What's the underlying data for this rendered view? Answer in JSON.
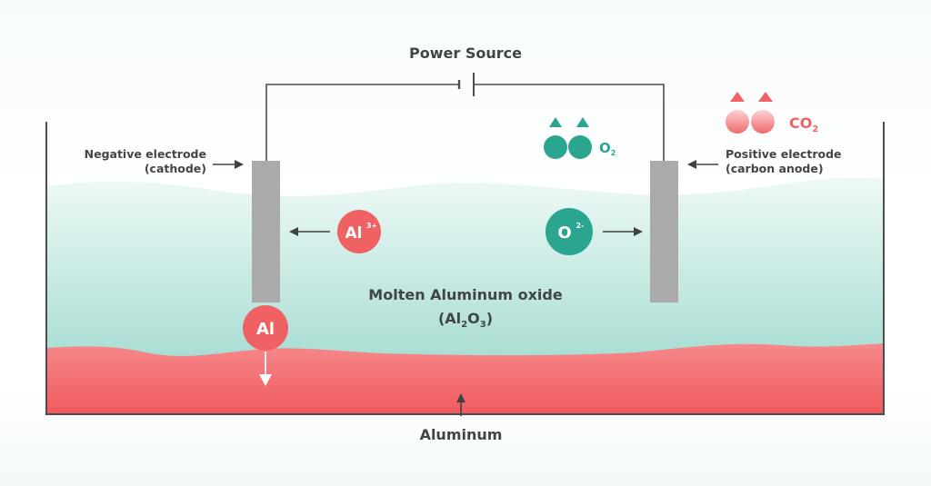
{
  "title": "Electrolysis of Molten Aluminum Oxide",
  "colors": {
    "teal": "#2aa58f",
    "red": "#f06163",
    "electrode_gray": "#aaaaaa",
    "wire": "#4a4d4f",
    "electrolyte_top": "#eaf7f4",
    "electrolyte_bottom": "#95d6ca",
    "aluminum_top": "#f58487",
    "aluminum_bottom": "#f15d5f"
  },
  "labels": {
    "power_source": "Power Source",
    "cathode_line1": "Negative electrode",
    "cathode_line2": "(cathode)",
    "anode_line1": "Positive electrode",
    "anode_line2": "(carbon anode)",
    "electrolyte_line1": "Molten Aluminum oxide",
    "electrolyte_formula_open": "(Al",
    "electrolyte_formula_sub1": "2",
    "electrolyte_formula_mid": "O",
    "electrolyte_formula_sub2": "3",
    "electrolyte_formula_close": ")",
    "aluminum": "Aluminum"
  },
  "ions": {
    "al_cation_symbol": "Al",
    "al_cation_charge": "3+",
    "oxide_anion_symbol": "O",
    "oxide_anion_charge": "2-",
    "al_metal": "Al"
  },
  "molecules": {
    "o2_symbol": "O",
    "o2_sub": "2",
    "co2_symbol": "CO",
    "co2_sub": "2"
  }
}
